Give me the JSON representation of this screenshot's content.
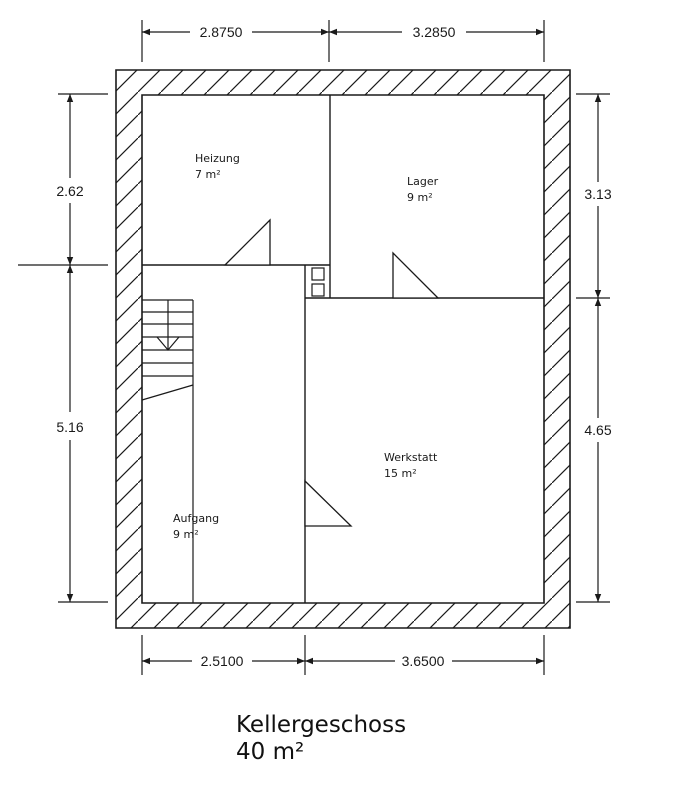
{
  "plan": {
    "title": "Kellergeschoss",
    "total_area": "40 m²",
    "colors": {
      "line": "#1a1a1a",
      "background": "#ffffff"
    },
    "rooms": [
      {
        "id": "heizung",
        "name": "Heizung",
        "area": "7 m²"
      },
      {
        "id": "lager",
        "name": "Lager",
        "area": "9 m²"
      },
      {
        "id": "werkstatt",
        "name": "Werkstatt",
        "area": "15 m²"
      },
      {
        "id": "aufgang",
        "name": "Aufgang",
        "area": "9 m²"
      }
    ],
    "dimensions": {
      "top": [
        "2.8750",
        "3.2850"
      ],
      "bottom": [
        "2.5100",
        "3.6500"
      ],
      "left": [
        "2.62",
        "5.16"
      ],
      "right": [
        "3.13",
        "4.65"
      ]
    }
  }
}
